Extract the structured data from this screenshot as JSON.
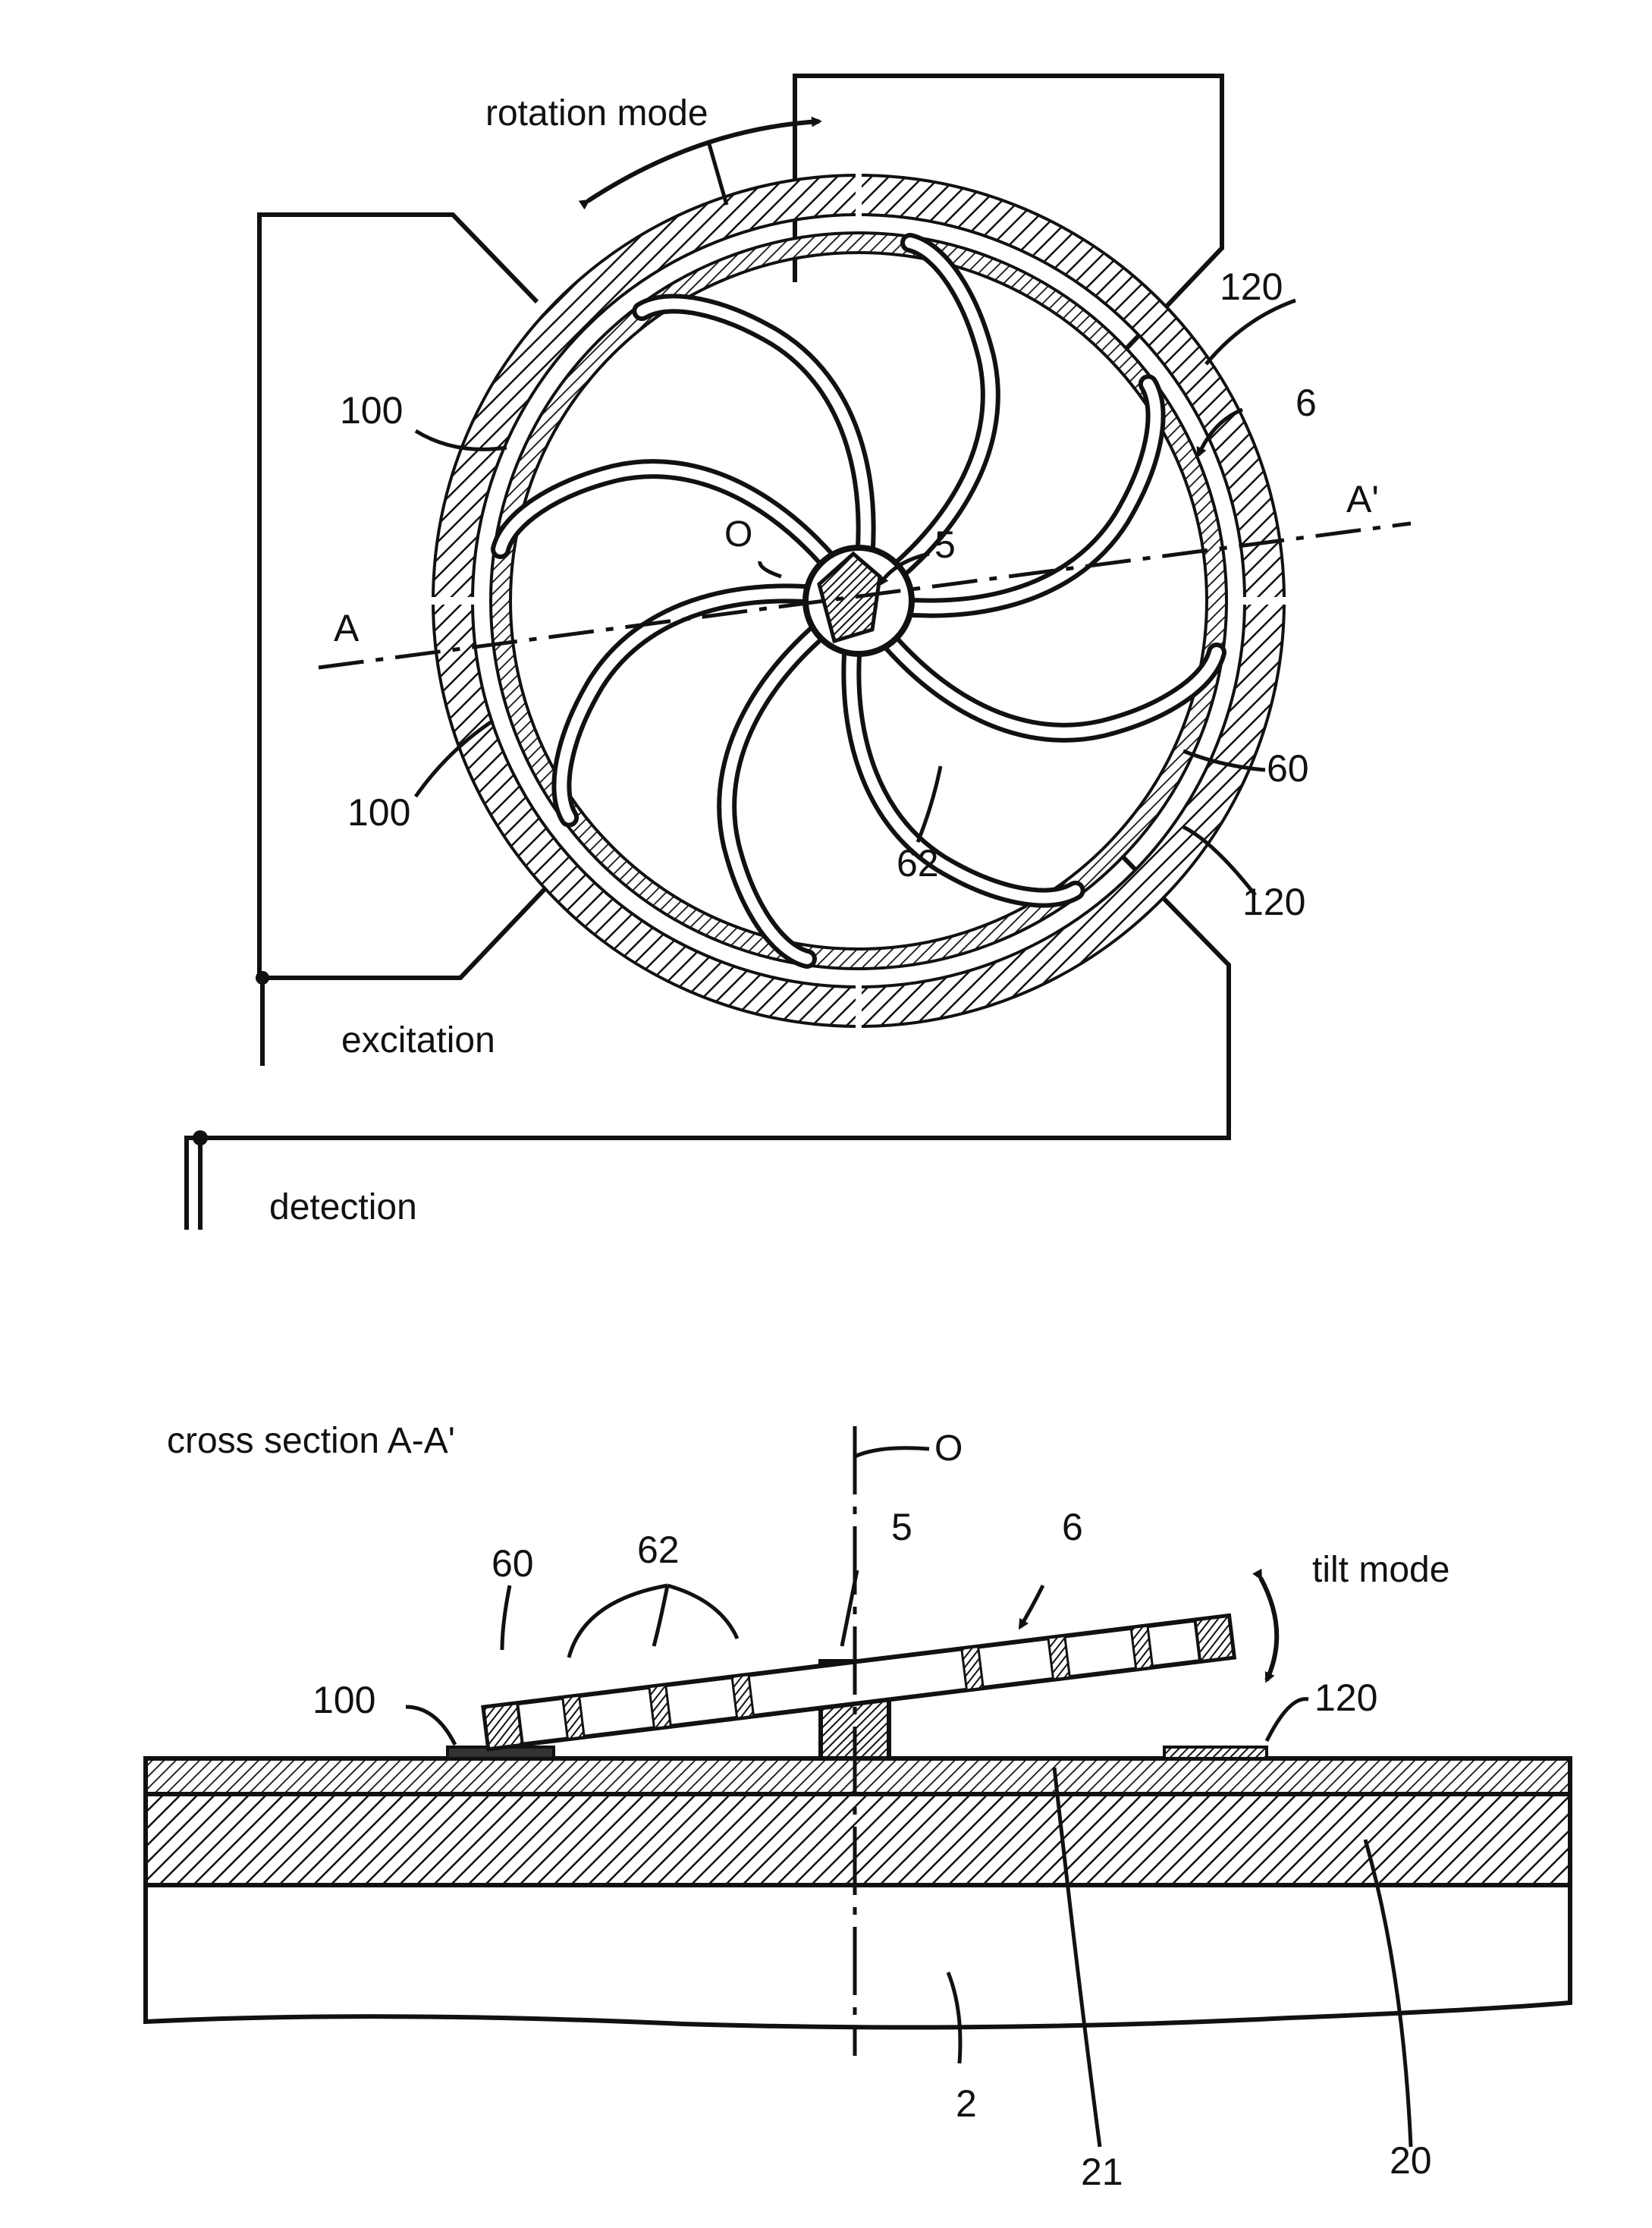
{
  "top_figure": {
    "rotation_mode": "rotation mode",
    "excitation": "excitation",
    "detection": "detection",
    "electrode_left_upper": "100",
    "electrode_left_lower": "100",
    "electrode_right_upper": "120",
    "electrode_right_lower": "120",
    "disk_ref": "6",
    "ring_ref": "60",
    "spring_ref": "62",
    "anchor_ref": "5",
    "center_label": "O",
    "section_start": "A",
    "section_end": "A'"
  },
  "bottom_figure": {
    "title": "cross section A-A'",
    "axis_label": "O",
    "ring_ref": "60",
    "spring_ref": "62",
    "anchor_ref": "5",
    "disk_ref": "6",
    "tilt_mode": "tilt mode",
    "electrode_left": "100",
    "electrode_right": "120",
    "substrate_ref": "2",
    "layer_ref_21": "21",
    "layer_ref_20": "20"
  },
  "colors": {
    "ink": "#111111",
    "paper": "#ffffff"
  }
}
